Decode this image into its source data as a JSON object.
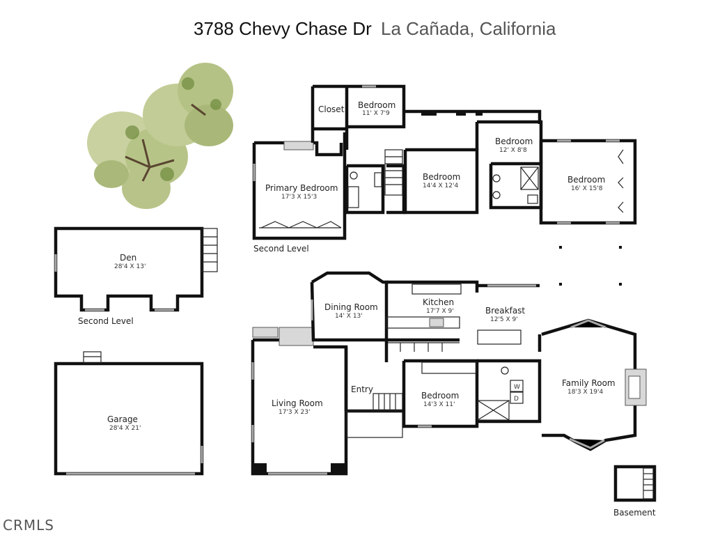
{
  "header": {
    "address": "3788 Chevy Chase Dr",
    "city": "La Cañada, California"
  },
  "watermark": "CRMLS",
  "level_labels": {
    "main_second": "Second Level",
    "den_second": "Second Level",
    "basement": "Basement"
  },
  "rooms": {
    "closet": {
      "name": "Closet",
      "dims": ""
    },
    "bedroom_a": {
      "name": "Bedroom",
      "dims": "11' X 7'9"
    },
    "bedroom_b": {
      "name": "Bedroom",
      "dims": "12' X 8'8"
    },
    "primary": {
      "name": "Primary Bedroom",
      "dims": "17'3 X 15'3"
    },
    "bedroom_c": {
      "name": "Bedroom",
      "dims": "14'4 X 12'4"
    },
    "bedroom_d": {
      "name": "Bedroom",
      "dims": "16' X 15'8"
    },
    "den": {
      "name": "Den",
      "dims": "28'4 X 13'"
    },
    "dining": {
      "name": "Dining Room",
      "dims": "14' X 13'"
    },
    "kitchen": {
      "name": "Kitchen",
      "dims": "17'7 X 9'"
    },
    "breakfast": {
      "name": "Breakfast",
      "dims": "12'5 X 9'"
    },
    "living": {
      "name": "Living Room",
      "dims": "17'3 X 23'"
    },
    "entry": {
      "name": "Entry",
      "dims": ""
    },
    "bedroom_e": {
      "name": "Bedroom",
      "dims": "14'3 X 11'"
    },
    "family": {
      "name": "Family Room",
      "dims": "18'3 X 19'4"
    },
    "garage": {
      "name": "Garage",
      "dims": "28'4 X 21'"
    }
  },
  "laundry": {
    "washer": "W",
    "dryer": "D"
  },
  "colors": {
    "wall": "#111111",
    "tree_light": "#c7cf9a",
    "tree_dark": "#4f6b2a",
    "brick": "#d8d8d8"
  },
  "icons": {
    "tree": "tree-illustration"
  }
}
